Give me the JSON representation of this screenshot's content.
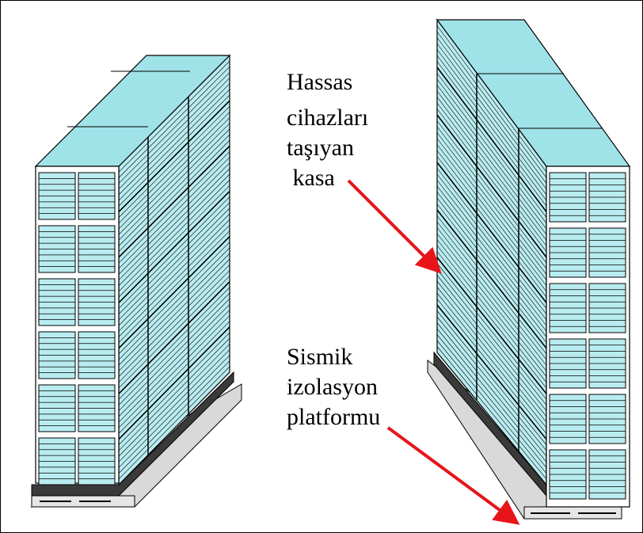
{
  "labels": {
    "cabinet": [
      "Hassas",
      "cihazları",
      "taşıyan",
      " kasa"
    ],
    "platform": [
      "Sismik",
      "izolasyon",
      "platformu"
    ]
  },
  "colors": {
    "panel_fill": "#b9ecf0",
    "panel_stripe": "#7fd2dc",
    "top_fill": "#9fe3e9",
    "outline": "#000000",
    "arrow": "#e8141a",
    "platform_dark": "#3a3a3a",
    "platform_light": "#d9d9d9",
    "frame": "#000000"
  }
}
